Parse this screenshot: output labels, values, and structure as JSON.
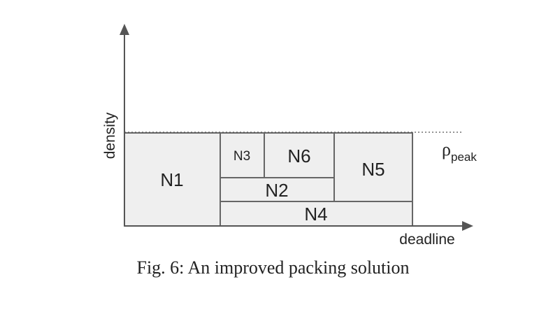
{
  "diagram": {
    "axes": {
      "y_label": "density",
      "x_label": "deadline"
    },
    "peak_label": {
      "symbol": "ρ",
      "subscript": "peak"
    },
    "blocks": [
      {
        "id": "n1",
        "label": "N1"
      },
      {
        "id": "n3",
        "label": "N3"
      },
      {
        "id": "n6",
        "label": "N6"
      },
      {
        "id": "n5",
        "label": "N5"
      },
      {
        "id": "n2",
        "label": "N2"
      },
      {
        "id": "n4",
        "label": "N4"
      }
    ]
  },
  "caption": "Fig. 6: An improved packing solution"
}
